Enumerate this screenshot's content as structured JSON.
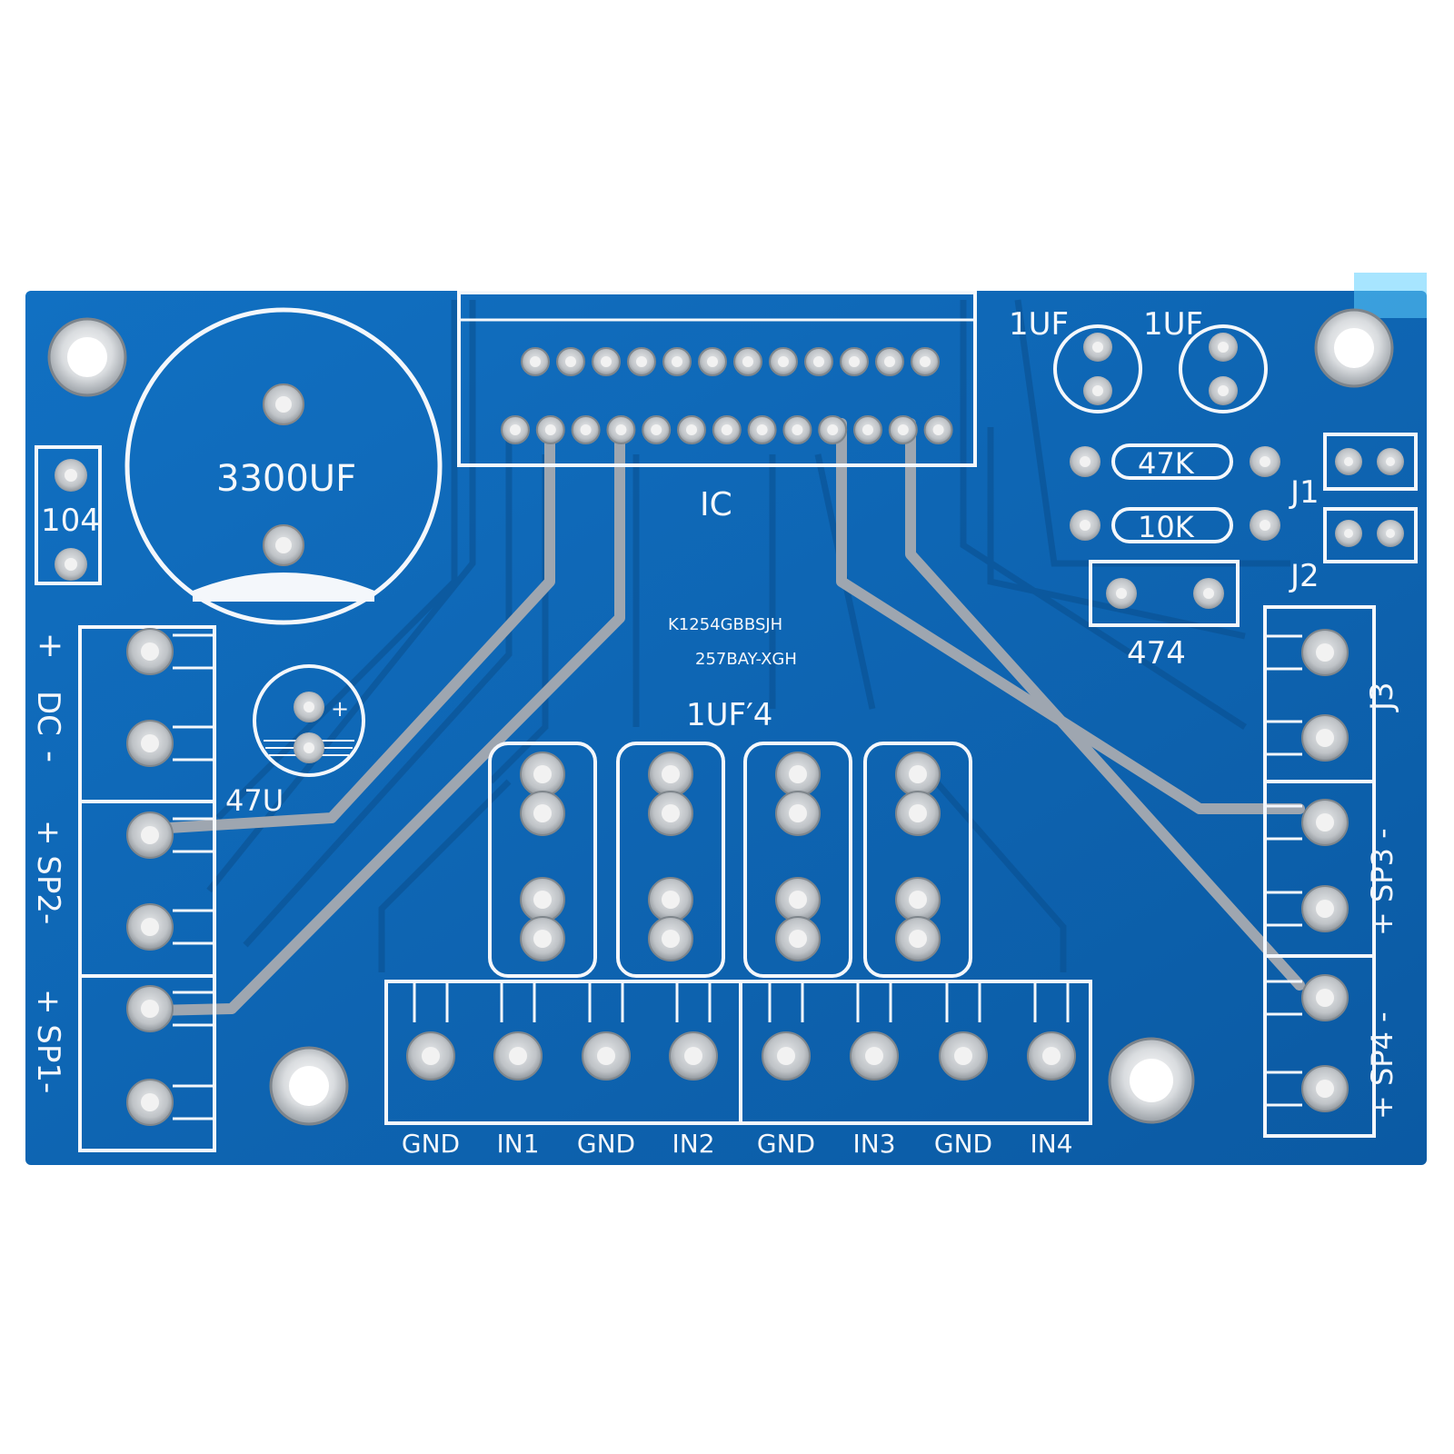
{
  "colors": {
    "board": "#0e66b5",
    "board_dark": "#0b559a",
    "trace": "#1276c6",
    "silkscreen": "#f4f7fb",
    "pad": "#c6c9cc",
    "pad_hole": "#f2f2f2",
    "exposed_trace": "#9ea6b0"
  },
  "labels": {
    "cap_3300": "3300UF",
    "cap_104": "104",
    "ic": "IC",
    "cap_1uf_a": "1UF",
    "cap_1uf_b": "1UF",
    "res_47k": "47K",
    "res_10k": "10K",
    "j1": "J1",
    "j2": "J2",
    "j3": "J3",
    "cap_474": "474",
    "code_1": "K1254GBBSJH",
    "code_2": "257BAY-XGH",
    "cap_1uf_x4": "1UF′4",
    "cap_47u": "47U",
    "dc_plus": "+",
    "dc": "DC",
    "dc_minus": "-",
    "sp2": "+ SP2-",
    "sp1": "+ SP1-",
    "sp3": "+ SP3 -",
    "sp4": "+ SP4 -",
    "inputs": [
      "GND",
      "IN1",
      "GND",
      "IN2",
      "GND",
      "IN3",
      "GND",
      "IN4"
    ]
  }
}
